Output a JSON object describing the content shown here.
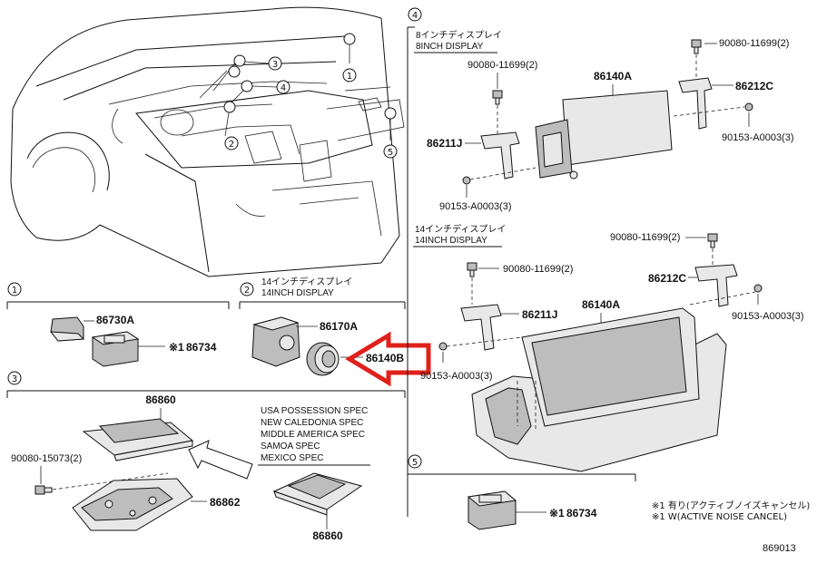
{
  "diagram_id": "869013",
  "callouts": {
    "c1": "1",
    "c2": "2",
    "c3": "3",
    "c4": "4",
    "c5": "5"
  },
  "sections": {
    "s1": {
      "number": "1",
      "parts": {
        "p_86730A": "86730A",
        "p_86734": "86734",
        "mark": "※1"
      }
    },
    "s2": {
      "number": "2",
      "title_jp": "14インチディスプレイ",
      "title_en": "14INCH DISPLAY",
      "parts": {
        "p_86170A": "86170A",
        "p_86140B": "86140B"
      }
    },
    "s3": {
      "number": "3",
      "parts": {
        "p_86860_top": "86860",
        "p_90080_15073": "90080-15073(2)",
        "p_86862": "86862",
        "p_86860_bottom": "86860"
      },
      "spec_lines": [
        "USA POSSESSION SPEC",
        "NEW CALEDONIA SPEC",
        "MIDDLE AMERICA SPEC",
        "SAMOA SPEC",
        "MEXICO SPEC"
      ]
    },
    "s4": {
      "number": "4",
      "display8": {
        "title_jp": "8インチディスプレイ",
        "title_en": "8INCH DISPLAY",
        "parts": {
          "p_90080_a": "90080-11699(2)",
          "p_90080_b": "90080-11699(2)",
          "p_86140A": "86140A",
          "p_86212C": "86212C",
          "p_90153_r": "90153-A0003(3)",
          "p_86211J": "86211J",
          "p_90153_l": "90153-A0003(3)"
        }
      },
      "display14": {
        "title_jp": "14インチディスプレイ",
        "title_en": "14INCH DISPLAY",
        "parts": {
          "p_90080_a": "90080-11699(2)",
          "p_90080_b": "90080-11699(2)",
          "p_86212C": "86212C",
          "p_86140A": "86140A",
          "p_86211J": "86211J",
          "p_90153_r": "90153-A0003(3)",
          "p_90153_l": "90153-A0003(3)"
        }
      }
    },
    "s5": {
      "number": "5",
      "parts": {
        "p_86734": "86734",
        "mark": "※1"
      }
    }
  },
  "notes": {
    "line1": "※1 有り(アクティブノイズキャンセル)",
    "line2": "※1 W(ACTIVE NOISE CANCEL)"
  },
  "highlight_arrow_color": "#e0201b"
}
